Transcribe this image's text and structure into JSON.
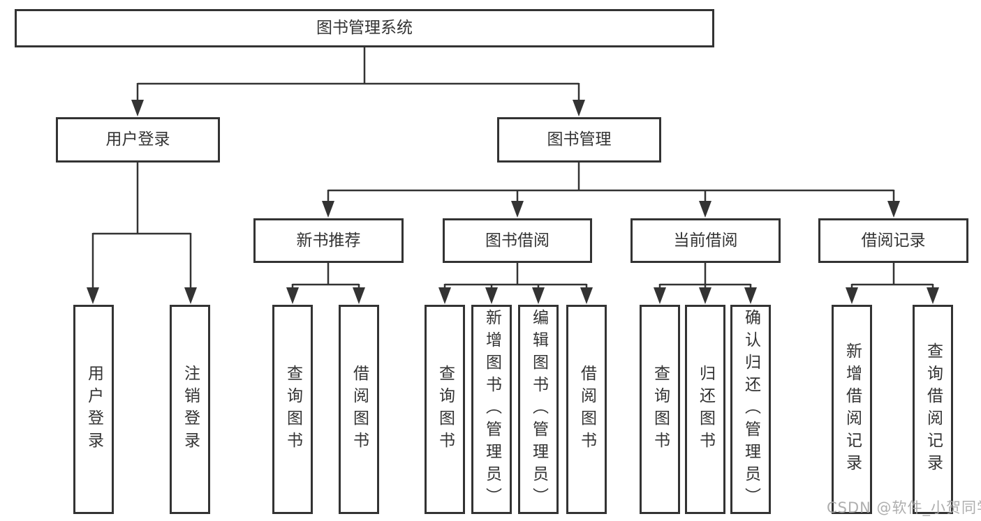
{
  "tree": {
    "root": "图书管理系统",
    "children": [
      {
        "label": "用户登录",
        "children": [
          {
            "label": "用户登录"
          },
          {
            "label": "注销登录"
          }
        ]
      },
      {
        "label": "图书管理",
        "children": [
          {
            "label": "新书推荐",
            "children": [
              {
                "label": "查询图书"
              },
              {
                "label": "借阅图书"
              }
            ]
          },
          {
            "label": "图书借阅",
            "children": [
              {
                "label": "查询图书"
              },
              {
                "label": "新增图书（管理员）"
              },
              {
                "label": "编辑图书（管理员）"
              },
              {
                "label": "借阅图书"
              }
            ]
          },
          {
            "label": "当前借阅",
            "children": [
              {
                "label": "查询图书"
              },
              {
                "label": "归还图书"
              },
              {
                "label": "确认归还（管理员）"
              }
            ]
          },
          {
            "label": "借阅记录",
            "children": [
              {
                "label": "新增借阅记录"
              },
              {
                "label": "查询借阅记录"
              }
            ]
          }
        ]
      }
    ]
  },
  "watermark": {
    "text": "CSDN @软件_小贺同学"
  },
  "colors": {
    "line": "#333333",
    "box_border": "#333333",
    "text": "#333333",
    "background": "#ffffff",
    "watermark": "#a5a5a5"
  }
}
